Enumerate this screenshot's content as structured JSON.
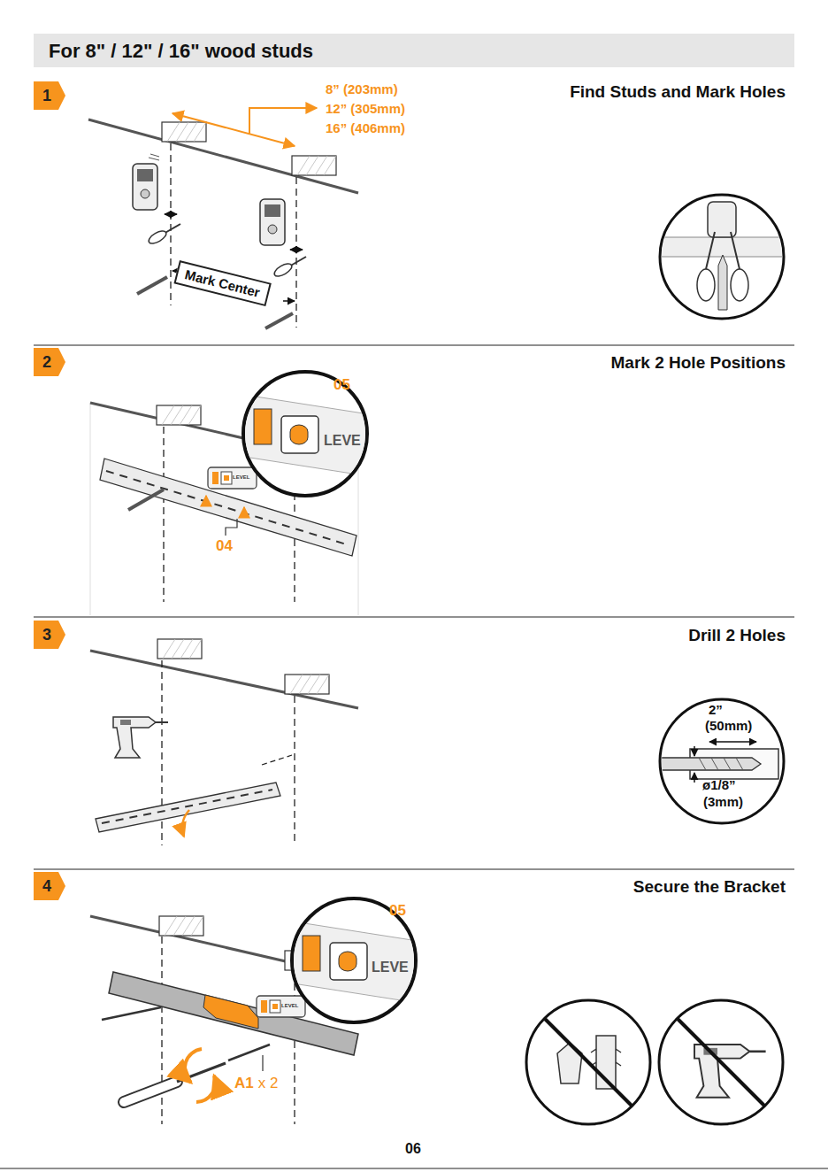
{
  "diagram": {
    "title": "For 8\" / 12\" / 16\" wood studs",
    "nodes": [
      {
        "text": [
          "1"
        ]
      },
      {
        "text": [
          "Mark Center"
        ]
      },
      {
        "text": [
          "2"
        ]
      },
      {
        "text": [
          "3"
        ]
      },
      {
        "text": [
          "4"
        ]
      }
    ],
    "labels": [
      "8” (203mm)",
      "12” (305mm)",
      "16” (406mm)",
      "Find Studs and Mark Holes",
      "Mark 2 Hole Positions",
      "05",
      "LEVE",
      "LEVEL",
      "04",
      "Drill 2 Holes",
      "2”",
      "(50mm)",
      "ø1/8”",
      "(3mm)",
      "Secure the Bracket",
      "05",
      "LEVE",
      "LEVEL",
      "A1",
      "x 2",
      "06"
    ]
  }
}
